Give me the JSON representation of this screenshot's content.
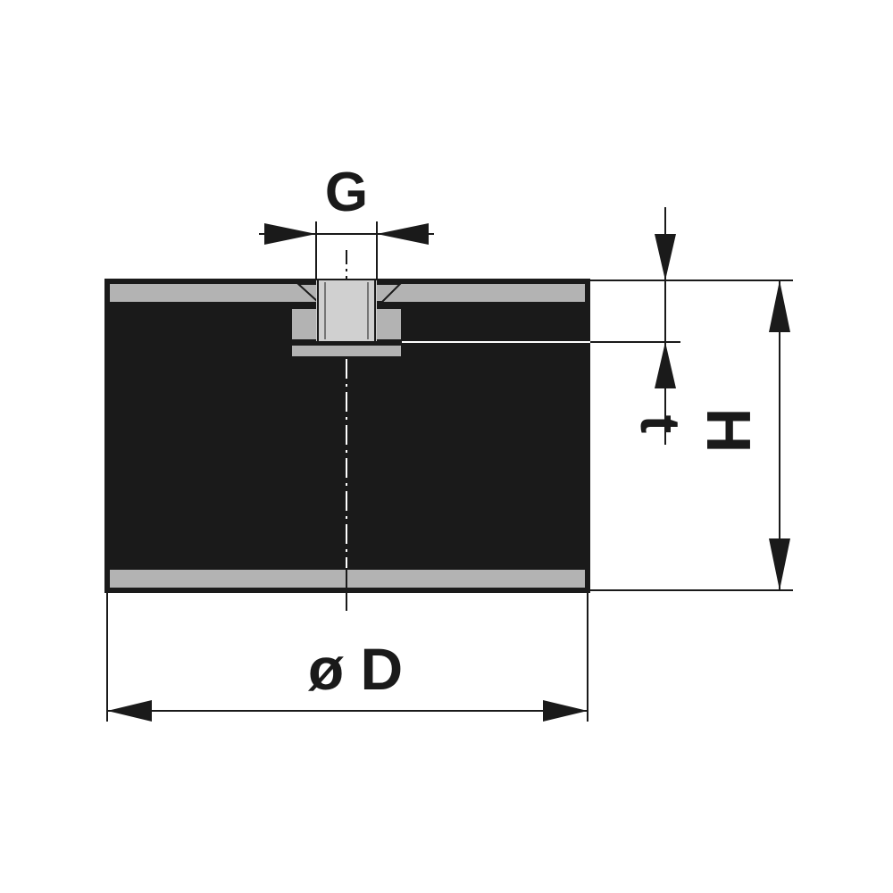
{
  "labels": {
    "thread": "G",
    "diameter": "ø D",
    "height": "H",
    "depth": "t"
  },
  "colors": {
    "body": "#1a1a1a",
    "plate": "#b3b3b3",
    "insert": "#d0d0d0",
    "line": "#1a1a1a",
    "background": "#ffffff"
  }
}
